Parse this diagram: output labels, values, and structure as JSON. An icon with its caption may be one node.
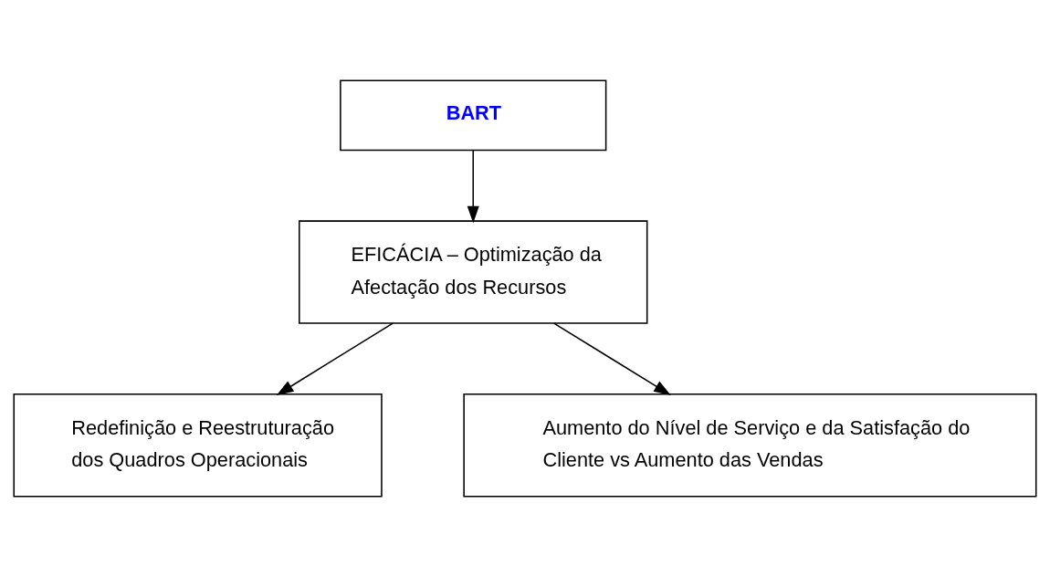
{
  "diagram": {
    "nodes": [
      {
        "text": [
          "BART"
        ]
      },
      {
        "text": [
          "EFICÁCIA – Optimização da Afectação dos Recursos"
        ]
      },
      {
        "text": [
          "Redefinição e Reestruturação dos Quadros Operacionais"
        ]
      },
      {
        "text": [
          "Aumento do Nível de Serviço e da Satisfação do Cliente vs Aumento das Vendas"
        ]
      }
    ],
    "edges": [
      {
        "from": 0,
        "to": 1,
        "arrow": "to"
      },
      {
        "from": 1,
        "to": 2,
        "arrow": "to"
      },
      {
        "from": 1,
        "to": 3,
        "arrow": "to"
      }
    ]
  }
}
